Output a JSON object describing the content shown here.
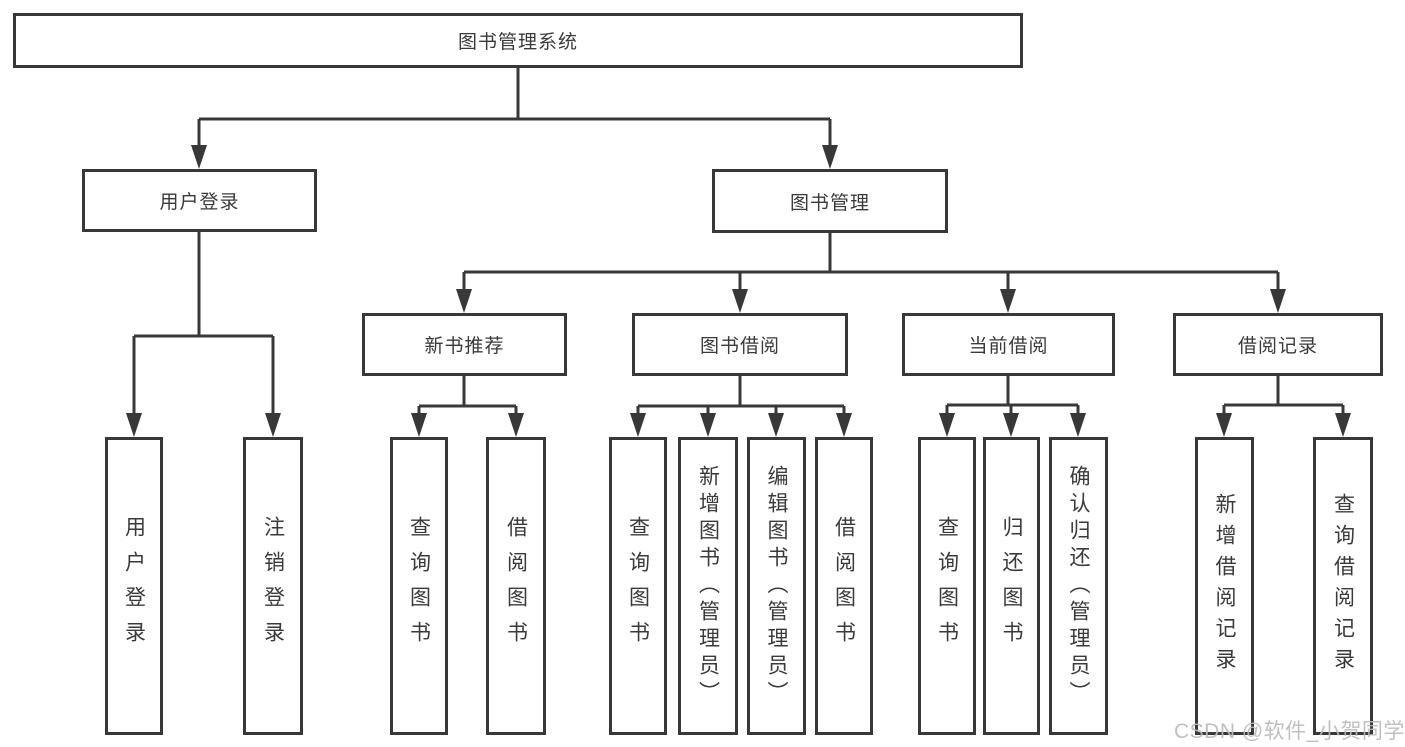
{
  "diagram_title": "图书管理系统",
  "colors": {
    "line": "#383838",
    "text": "#3a3a3a",
    "background": "#ffffff",
    "watermark": "#bbbbbb"
  },
  "nodes": {
    "root": {
      "label": "图书管理系统"
    },
    "user_login": {
      "label": "用户登录"
    },
    "book_management": {
      "label": "图书管理"
    },
    "new_book_recommend": {
      "label": "新书推荐"
    },
    "book_borrow": {
      "label": "图书借阅"
    },
    "current_borrow": {
      "label": "当前借阅"
    },
    "borrow_records": {
      "label": "借阅记录"
    },
    "leaves": {
      "ul_user_login": {
        "label": "用户登录"
      },
      "ul_logout": {
        "label": "注销登录"
      },
      "nbr_query_books": {
        "label": "查询图书"
      },
      "nbr_borrow_books": {
        "label": "借阅图书"
      },
      "bb_query_books": {
        "label": "查询图书"
      },
      "bb_add_books": {
        "label": "新增图书（管理员）"
      },
      "bb_edit_books": {
        "label": "编辑图书（管理员）"
      },
      "bb_borrow_books": {
        "label": "借阅图书"
      },
      "cb_query_books": {
        "label": "查询图书"
      },
      "cb_return_books": {
        "label": "归还图书"
      },
      "cb_confirm_return": {
        "label": "确认归还（管理员）"
      },
      "br_add_record": {
        "label": "新增借阅记录"
      },
      "br_query_record": {
        "label": "查询借阅记录"
      }
    }
  },
  "tree": {
    "图书管理系统": {
      "用户登录": [
        "用户登录",
        "注销登录"
      ],
      "图书管理": {
        "新书推荐": [
          "查询图书",
          "借阅图书"
        ],
        "图书借阅": [
          "查询图书",
          "新增图书（管理员）",
          "编辑图书（管理员）",
          "借阅图书"
        ],
        "当前借阅": [
          "查询图书",
          "归还图书",
          "确认归还（管理员）"
        ],
        "借阅记录": [
          "新增借阅记录",
          "查询借阅记录"
        ]
      }
    }
  },
  "watermark": {
    "text": "CSDN @软件_小贺同学"
  }
}
